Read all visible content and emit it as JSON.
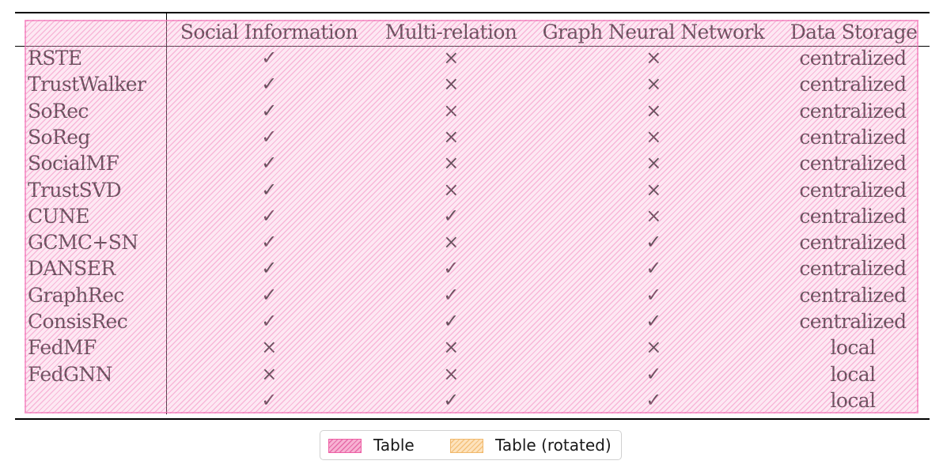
{
  "table": {
    "headers": [
      "",
      "Social Information",
      "Multi-relation",
      "Graph Neural Network",
      "Data Storage"
    ],
    "rows": [
      {
        "name": "RSTE",
        "social": "✓",
        "multi": "×",
        "gnn": "×",
        "storage": "centralized"
      },
      {
        "name": "TrustWalker",
        "social": "✓",
        "multi": "×",
        "gnn": "×",
        "storage": "centralized"
      },
      {
        "name": "SoRec",
        "social": "✓",
        "multi": "×",
        "gnn": "×",
        "storage": "centralized"
      },
      {
        "name": "SoReg",
        "social": "✓",
        "multi": "×",
        "gnn": "×",
        "storage": "centralized"
      },
      {
        "name": "SocialMF",
        "social": "✓",
        "multi": "×",
        "gnn": "×",
        "storage": "centralized"
      },
      {
        "name": "TrustSVD",
        "social": "✓",
        "multi": "×",
        "gnn": "×",
        "storage": "centralized"
      },
      {
        "name": "CUNE",
        "social": "✓",
        "multi": "✓",
        "gnn": "×",
        "storage": "centralized"
      },
      {
        "name": "GCMC+SN",
        "social": "✓",
        "multi": "×",
        "gnn": "✓",
        "storage": "centralized"
      },
      {
        "name": "DANSER",
        "social": "✓",
        "multi": "✓",
        "gnn": "✓",
        "storage": "centralized"
      },
      {
        "name": "GraphRec",
        "social": "✓",
        "multi": "✓",
        "gnn": "✓",
        "storage": "centralized"
      },
      {
        "name": "ConsisRec",
        "social": "✓",
        "multi": "✓",
        "gnn": "✓",
        "storage": "centralized"
      },
      {
        "name": "FedMF",
        "social": "×",
        "multi": "×",
        "gnn": "×",
        "storage": "local"
      },
      {
        "name": "FedGNN",
        "social": "×",
        "multi": "×",
        "gnn": "✓",
        "storage": "local"
      },
      {
        "name": "",
        "social": "✓",
        "multi": "✓",
        "gnn": "✓",
        "storage": "local"
      }
    ]
  },
  "legend": {
    "items": [
      {
        "label": "Table",
        "color": "#f7b2d3"
      },
      {
        "label": "Table (rotated)",
        "color": "#fde3bd"
      }
    ]
  }
}
